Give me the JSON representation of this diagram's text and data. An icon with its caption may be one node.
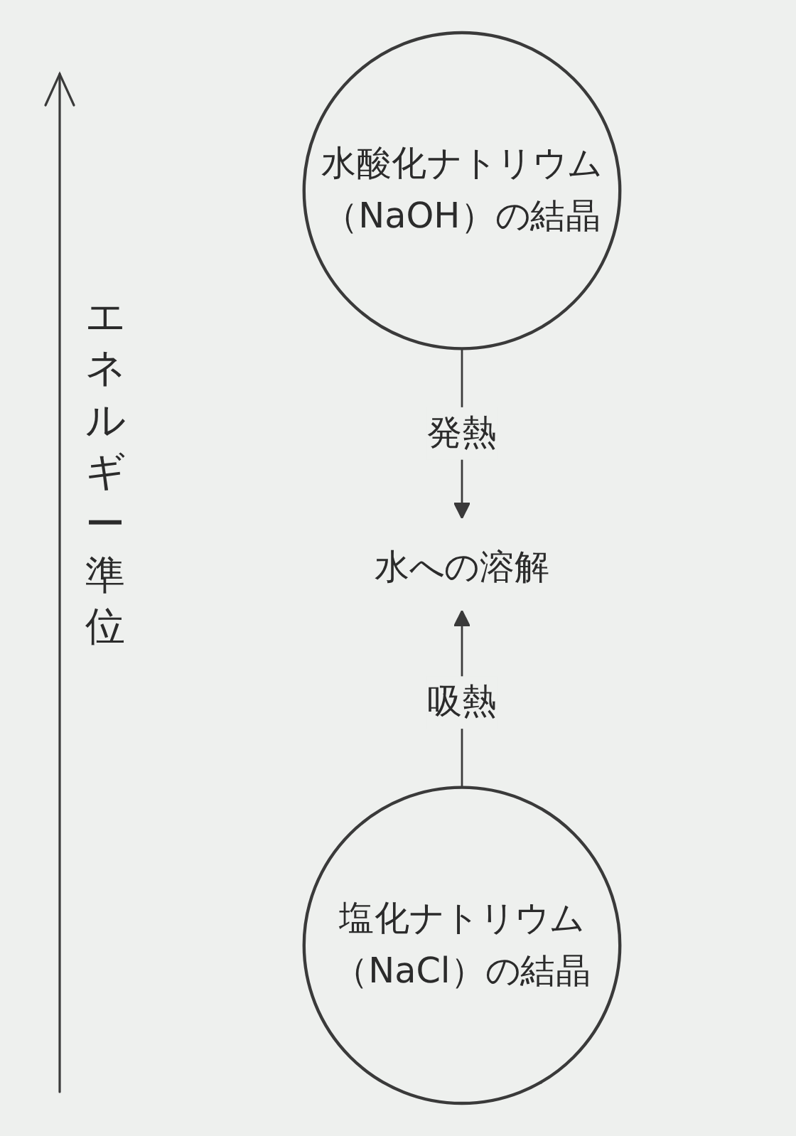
{
  "diagram": {
    "nodes": [
      {
        "text": [
          "水酸化ナトリウム（NaOH）の結晶"
        ]
      },
      {
        "text": [
          "水への溶解"
        ]
      },
      {
        "text": [
          "塩化ナトリウム（NaCl）の結晶"
        ]
      }
    ],
    "edges": [
      {
        "from": 0,
        "to": 1,
        "arrow": "to",
        "label": "発熱"
      },
      {
        "from": 2,
        "to": 1,
        "arrow": "to",
        "label": "吸熱"
      }
    ],
    "labels": [
      "エネルギー準位"
    ]
  }
}
